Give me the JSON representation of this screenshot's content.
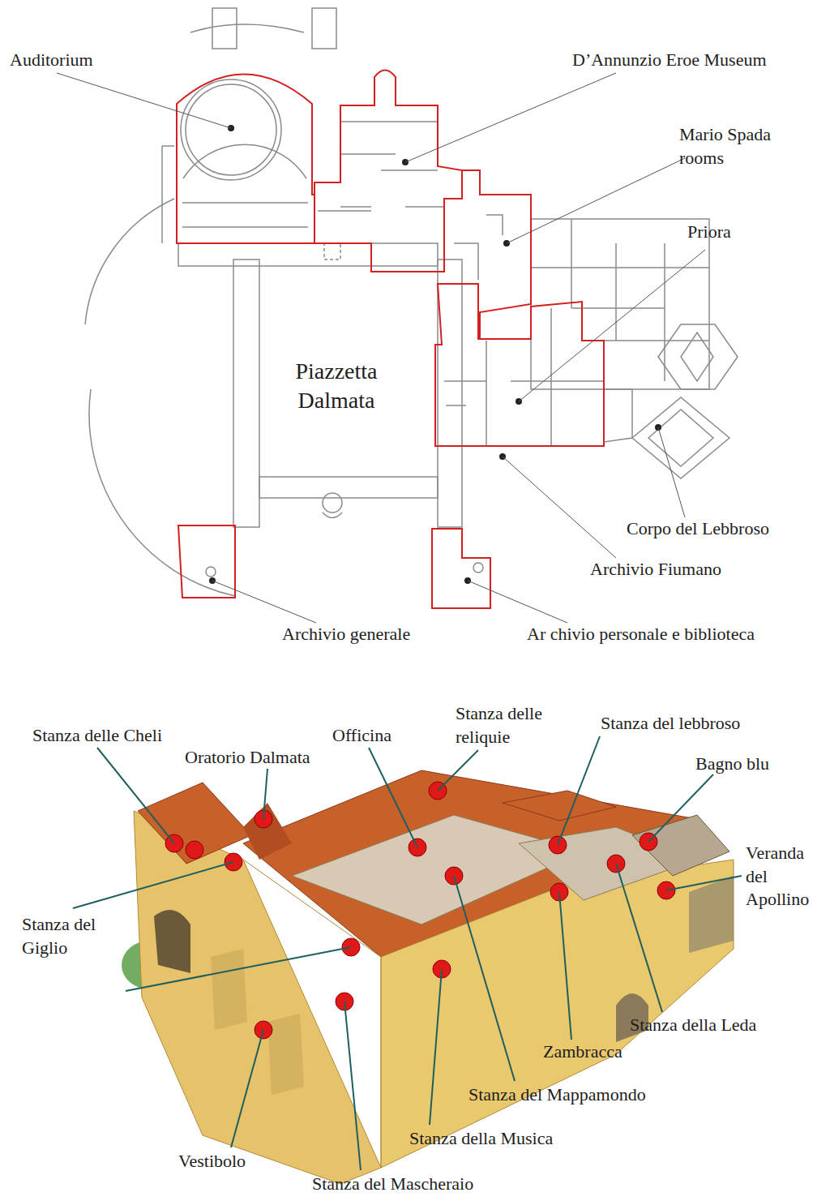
{
  "diagram": {
    "labels": [
      "Auditorium",
      "D’Annunzio Eroe Museum",
      "Mario Spada rooms",
      "Priora",
      "Piazzetta Dalmata",
      "Corpo del Lebbroso",
      "Archivio Fiumano",
      "Archivio generale",
      "Ar chivio personale e biblioteca",
      "Stanza delle Cheli",
      "Oratorio Dalmata",
      "Officina",
      "Stanza delle reliquie",
      "Stanza del lebbroso",
      "Bagno blu",
      "Veranda del Apollino",
      "Stanza del Giglio",
      "Stanza della Leda",
      "Zambracca",
      "Stanza del Mappamondo",
      "Stanza della Musica",
      "Vestibolo",
      "Stanza del Mascheraio"
    ]
  }
}
